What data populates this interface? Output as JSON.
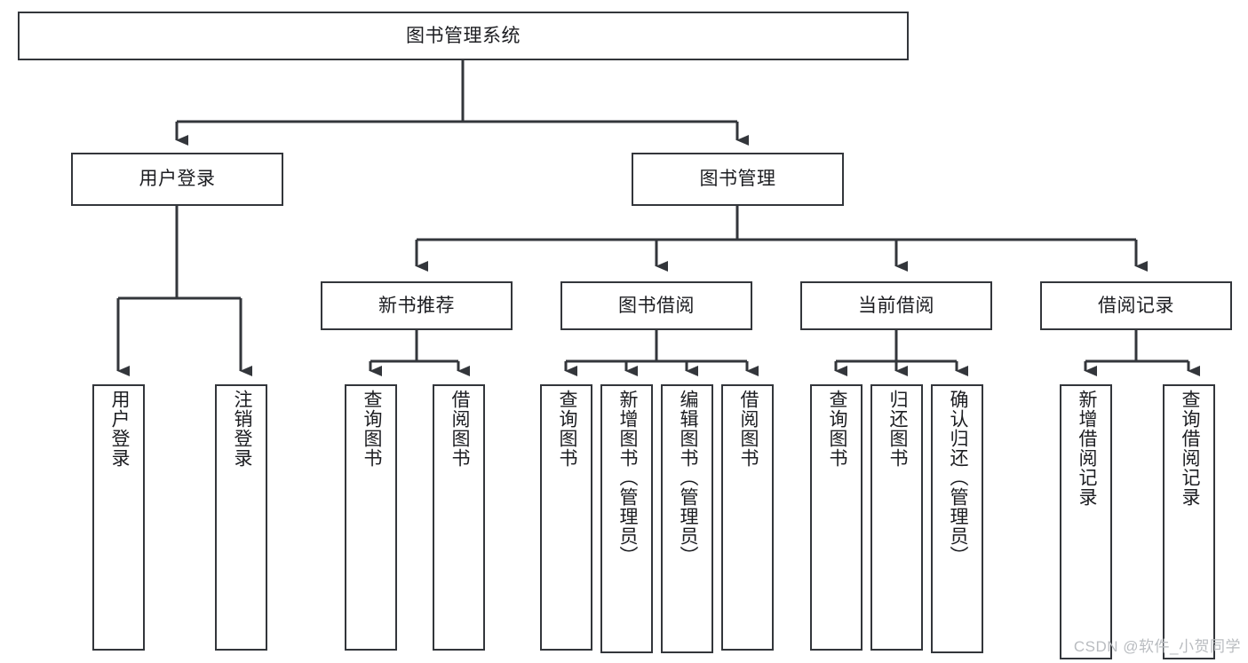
{
  "diagram": {
    "type": "hierarchy-tree",
    "title": "图书管理系统",
    "stroke_color": "#33363b",
    "text_color": "#1c1d21",
    "background_color": "#ffffff",
    "root": {
      "label": "图书管理系统"
    },
    "level2": [
      {
        "label": "用户登录"
      },
      {
        "label": "图书管理"
      }
    ],
    "level3": [
      {
        "label": "新书推荐"
      },
      {
        "label": "图书借阅"
      },
      {
        "label": "当前借阅"
      },
      {
        "label": "借阅记录"
      }
    ],
    "leaves": {
      "user_login": [
        {
          "label": "用户登录"
        },
        {
          "label": "注销登录"
        }
      ],
      "new_book_recommend": [
        {
          "label": "查询图书"
        },
        {
          "label": "借阅图书"
        }
      ],
      "book_borrow": [
        {
          "label": "查询图书"
        },
        {
          "label": "新增图书（管理员）"
        },
        {
          "label": "编辑图书（管理员）"
        },
        {
          "label": "借阅图书"
        }
      ],
      "current_borrow": [
        {
          "label": "查询图书"
        },
        {
          "label": "归还图书"
        },
        {
          "label": "确认归还（管理员）"
        }
      ],
      "borrow_record": [
        {
          "label": "新增借阅记录"
        },
        {
          "label": "查询借阅记录"
        }
      ]
    }
  },
  "watermark": {
    "text": "CSDN @软件_小贺同学"
  }
}
